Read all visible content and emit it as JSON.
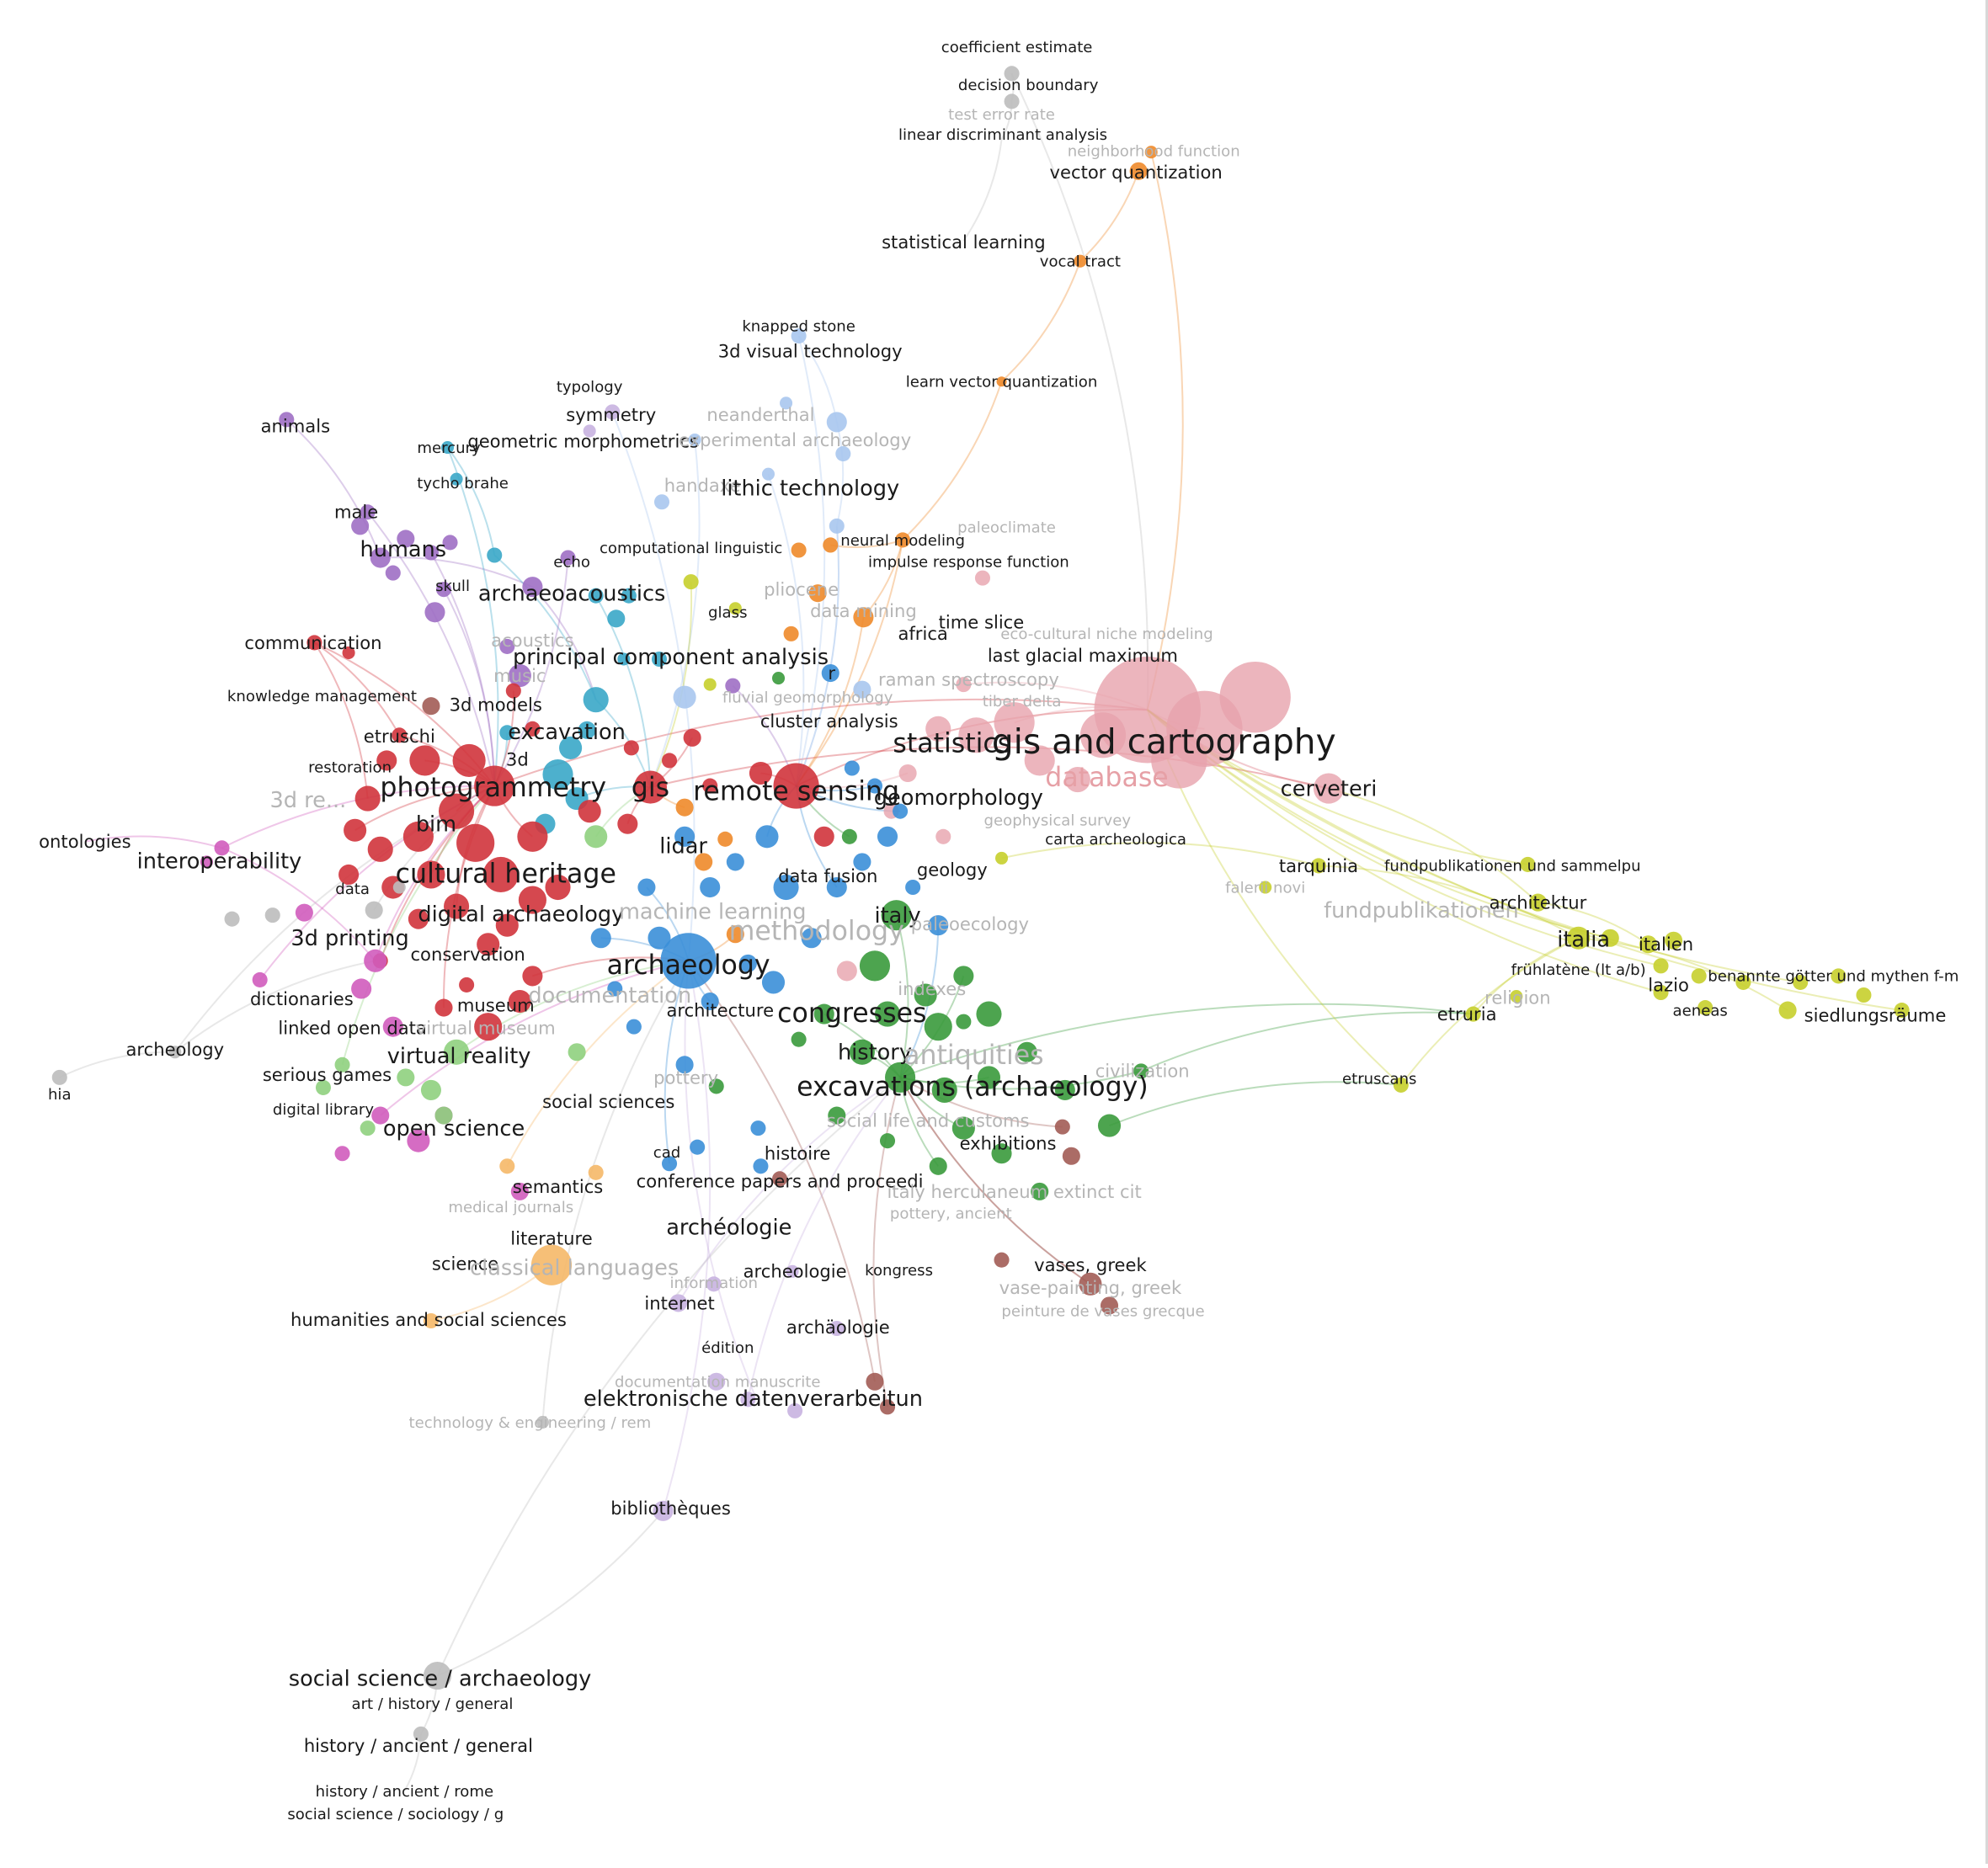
{
  "colors": {
    "red": "#d0343c",
    "pink_big": "#e7a3ac",
    "green": "#3a9a3c",
    "blue": "#3b8fd8",
    "light_blue": "#a9c6ee",
    "purple": "#9f6fc4",
    "light_purple": "#c8b3e0",
    "cyan": "#3aa7c8",
    "orange": "#ee8a2a",
    "light_orange": "#f5b868",
    "yellow": "#c7cf2c",
    "magenta": "#d05cbd",
    "brown": "#a25c55",
    "grey": "#bdbdbd",
    "light_green": "#8fd07e"
  },
  "network": {
    "labels": [
      {
        "id": "coefficient-estimate",
        "text": "coefficient estimate",
        "tier": "s"
      },
      {
        "id": "decision-boundary",
        "text": "decision boundary",
        "tier": "s"
      },
      {
        "id": "test-error-rate",
        "text": "test error rate",
        "tier": "sf"
      },
      {
        "id": "linear-discriminant-analysis",
        "text": "linear discriminant analysis",
        "tier": "s"
      },
      {
        "id": "neighborhood-function",
        "text": "neighborhood function",
        "tier": "sf"
      },
      {
        "id": "vector-quantization",
        "text": "vector quantization",
        "tier": "m"
      },
      {
        "id": "statistical-learning",
        "text": "statistical learning",
        "tier": "m"
      },
      {
        "id": "vocal-tract",
        "text": "vocal tract",
        "tier": "s"
      },
      {
        "id": "knapped-stone",
        "text": "knapped stone",
        "tier": "s"
      },
      {
        "id": "3d-visual-technology",
        "text": "3d visual technology",
        "tier": "m"
      },
      {
        "id": "learn-vector-quantization",
        "text": "learn vector quantization",
        "tier": "s"
      },
      {
        "id": "typology",
        "text": "typology",
        "tier": "s"
      },
      {
        "id": "symmetry",
        "text": "symmetry",
        "tier": "m"
      },
      {
        "id": "neanderthal",
        "text": "neanderthal",
        "tier": "mf"
      },
      {
        "id": "animals",
        "text": "animals",
        "tier": "m"
      },
      {
        "id": "mercury",
        "text": "mercury",
        "tier": "s"
      },
      {
        "id": "geometric-morphometrics",
        "text": "geometric morphometrics",
        "tier": "m"
      },
      {
        "id": "experimental-archaeology",
        "text": "experimental archaeology",
        "tier": "mf"
      },
      {
        "id": "tycho-brahe",
        "text": "tycho brahe",
        "tier": "s"
      },
      {
        "id": "handaxe",
        "text": "handaxe",
        "tier": "mf"
      },
      {
        "id": "lithic-technology",
        "text": "lithic technology",
        "tier": "l"
      },
      {
        "id": "male",
        "text": "male",
        "tier": "m"
      },
      {
        "id": "humans",
        "text": "humans",
        "tier": "l"
      },
      {
        "id": "paleoclimate",
        "text": "paleoclimate",
        "tier": "sf"
      },
      {
        "id": "computational-linguistic",
        "text": "computational linguistic",
        "tier": "s"
      },
      {
        "id": "neural-modeling",
        "text": "neural modeling",
        "tier": "s"
      },
      {
        "id": "impulse-response-function",
        "text": "impulse response function",
        "tier": "s"
      },
      {
        "id": "echo",
        "text": "echo",
        "tier": "s"
      },
      {
        "id": "skull",
        "text": "skull",
        "tier": "s"
      },
      {
        "id": "archaeoacoustics",
        "text": "archaeoacoustics",
        "tier": "l"
      },
      {
        "id": "pliocene",
        "text": "pliocene",
        "tier": "mf"
      },
      {
        "id": "glass",
        "text": "glass",
        "tier": "s"
      },
      {
        "id": "data-mining",
        "text": "data mining",
        "tier": "mf"
      },
      {
        "id": "time-slice",
        "text": "time slice",
        "tier": "m"
      },
      {
        "id": "africa",
        "text": "africa",
        "tier": "m"
      },
      {
        "id": "eco-cultural-niche-modeling",
        "text": "eco-cultural niche modeling",
        "tier": "sf"
      },
      {
        "id": "communication",
        "text": "communication",
        "tier": "m"
      },
      {
        "id": "acoustics",
        "text": "acoustics",
        "tier": "mf"
      },
      {
        "id": "principal-component-analysis",
        "text": "principal component analysis",
        "tier": "l"
      },
      {
        "id": "last-glacial-maximum",
        "text": "last glacial maximum",
        "tier": "m"
      },
      {
        "id": "music",
        "text": "music",
        "tier": "mf"
      },
      {
        "id": "r",
        "text": "r",
        "tier": "m"
      },
      {
        "id": "raman-spectroscopy",
        "text": "raman spectroscopy",
        "tier": "mf"
      },
      {
        "id": "knowledge-management",
        "text": "knowledge management",
        "tier": "s"
      },
      {
        "id": "3d-models",
        "text": "3d models",
        "tier": "m"
      },
      {
        "id": "fluvial-geomorphology",
        "text": "fluvial geomorphology",
        "tier": "sf"
      },
      {
        "id": "tiber-delta",
        "text": "tiber delta",
        "tier": "sf"
      },
      {
        "id": "etruschi",
        "text": "etruschi",
        "tier": "m"
      },
      {
        "id": "excavation",
        "text": "excavation",
        "tier": "l"
      },
      {
        "id": "cluster-analysis",
        "text": "cluster analysis",
        "tier": "m"
      },
      {
        "id": "statistics",
        "text": "statistics",
        "tier": "xl"
      },
      {
        "id": "gis-and-cartography",
        "text": "gis and cartography",
        "tier": "xxl"
      },
      {
        "id": "restoration",
        "text": "restoration",
        "tier": "s"
      },
      {
        "id": "3d",
        "text": "3d",
        "tier": "m"
      },
      {
        "id": "database",
        "text": "database",
        "tier": "xlf"
      },
      {
        "id": "photogrammetry",
        "text": "photogrammetry",
        "tier": "xl"
      },
      {
        "id": "gis",
        "text": "gis",
        "tier": "xl"
      },
      {
        "id": "remote-sensing",
        "text": "remote sensing",
        "tier": "xl"
      },
      {
        "id": "geomorphology",
        "text": "geomorphology",
        "tier": "l"
      },
      {
        "id": "cerveteri",
        "text": "cerveteri",
        "tier": "l"
      },
      {
        "id": "3d-reconstruction",
        "text": "3d re...",
        "tier": "lf"
      },
      {
        "id": "bim",
        "text": "bim",
        "tier": "l"
      },
      {
        "id": "geophysical-survey",
        "text": "geophysical survey",
        "tier": "sf"
      },
      {
        "id": "carta-archeologica",
        "text": "carta archeologica",
        "tier": "s"
      },
      {
        "id": "ontologies",
        "text": "ontologies",
        "tier": "m"
      },
      {
        "id": "interoperability",
        "text": "interoperability",
        "tier": "l"
      },
      {
        "id": "lidar",
        "text": "lidar",
        "tier": "l"
      },
      {
        "id": "cultural-heritage",
        "text": "cultural heritage",
        "tier": "xl"
      },
      {
        "id": "tarquinia",
        "text": "tarquinia",
        "tier": "m"
      },
      {
        "id": "fundpublikationen-und-sammelpu",
        "text": "fundpublikationen und sammelpu",
        "tier": "s"
      },
      {
        "id": "data-fusion",
        "text": "data fusion",
        "tier": "m"
      },
      {
        "id": "geology",
        "text": "geology",
        "tier": "m"
      },
      {
        "id": "data",
        "text": "data",
        "tier": "s"
      },
      {
        "id": "falerii-novi",
        "text": "falerii novi",
        "tier": "sf"
      },
      {
        "id": "fundpublikationen",
        "text": "fundpublikationen",
        "tier": "lf"
      },
      {
        "id": "architektur",
        "text": "architektur",
        "tier": "m"
      },
      {
        "id": "digital-archaeology",
        "text": "digital archaeology",
        "tier": "l"
      },
      {
        "id": "machine-learning",
        "text": "machine learning",
        "tier": "lf"
      },
      {
        "id": "italy",
        "text": "italy",
        "tier": "l"
      },
      {
        "id": "methodology",
        "text": "methodology",
        "tier": "xlf"
      },
      {
        "id": "paleoecology",
        "text": "paleoecology",
        "tier": "mf"
      },
      {
        "id": "italia",
        "text": "italia",
        "tier": "l"
      },
      {
        "id": "italien",
        "text": "italien",
        "tier": "m"
      },
      {
        "id": "3d-printing",
        "text": "3d printing",
        "tier": "l"
      },
      {
        "id": "conservation",
        "text": "conservation",
        "tier": "m"
      },
      {
        "id": "archaeology",
        "text": "archaeology",
        "tier": "xl"
      },
      {
        "id": "fruhlatene",
        "text": "frühlatène (lt a/b)",
        "tier": "s"
      },
      {
        "id": "benannte-gotter",
        "text": "benannte götter und mythen f-m",
        "tier": "s"
      },
      {
        "id": "indexes",
        "text": "indexes",
        "tier": "mf"
      },
      {
        "id": "lazio",
        "text": "lazio",
        "tier": "m"
      },
      {
        "id": "dictionaries",
        "text": "dictionaries",
        "tier": "m"
      },
      {
        "id": "documentation",
        "text": "documentation",
        "tier": "lf"
      },
      {
        "id": "religion",
        "text": "religion",
        "tier": "mf"
      },
      {
        "id": "museum",
        "text": "museum",
        "tier": "m"
      },
      {
        "id": "architecture",
        "text": "architecture",
        "tier": "m"
      },
      {
        "id": "congresses",
        "text": "congresses",
        "tier": "xl"
      },
      {
        "id": "etruria",
        "text": "etruria",
        "tier": "m"
      },
      {
        "id": "aeneas",
        "text": "aeneas",
        "tier": "s"
      },
      {
        "id": "siedlungsraume",
        "text": "siedlungsräume",
        "tier": "m"
      },
      {
        "id": "linked-open-data",
        "text": "linked open data",
        "tier": "m"
      },
      {
        "id": "virtual-museum",
        "text": "virtual museum",
        "tier": "mf"
      },
      {
        "id": "archeology",
        "text": "archeology",
        "tier": "m"
      },
      {
        "id": "history",
        "text": "history",
        "tier": "l"
      },
      {
        "id": "antiquities",
        "text": "antiquities",
        "tier": "xlf"
      },
      {
        "id": "virtual-reality",
        "text": "virtual reality",
        "tier": "l"
      },
      {
        "id": "civilization",
        "text": "civilization",
        "tier": "mf"
      },
      {
        "id": "serious-games",
        "text": "serious games",
        "tier": "m"
      },
      {
        "id": "pottery",
        "text": "pottery",
        "tier": "mf"
      },
      {
        "id": "excavations-archaeology",
        "text": "excavations (archaeology)",
        "tier": "xl"
      },
      {
        "id": "etruscans",
        "text": "etruscans",
        "tier": "s"
      },
      {
        "id": "hia",
        "text": "hia",
        "tier": "s"
      },
      {
        "id": "social-sciences",
        "text": "social sciences",
        "tier": "m"
      },
      {
        "id": "digital-library",
        "text": "digital library",
        "tier": "s"
      },
      {
        "id": "social-life-and-customs",
        "text": "social life and customs",
        "tier": "mf"
      },
      {
        "id": "open-science",
        "text": "open science",
        "tier": "l"
      },
      {
        "id": "exhibitions",
        "text": "exhibitions",
        "tier": "m"
      },
      {
        "id": "cad",
        "text": "cad",
        "tier": "s"
      },
      {
        "id": "histoire",
        "text": "histoire",
        "tier": "m"
      },
      {
        "id": "semantics",
        "text": "semantics",
        "tier": "m"
      },
      {
        "id": "conference-papers",
        "text": "conference papers and proceedi",
        "tier": "m"
      },
      {
        "id": "italy-herculaneum",
        "text": "italy herculaneum extinct cit",
        "tier": "mf"
      },
      {
        "id": "medical-journals",
        "text": "medical journals",
        "tier": "sf"
      },
      {
        "id": "pottery-ancient",
        "text": "pottery, ancient",
        "tier": "sf"
      },
      {
        "id": "literature",
        "text": "literature",
        "tier": "m"
      },
      {
        "id": "archeologie-accent",
        "text": "archéologie",
        "tier": "l"
      },
      {
        "id": "science",
        "text": "science",
        "tier": "m"
      },
      {
        "id": "classical-languages",
        "text": "classical languages",
        "tier": "lf"
      },
      {
        "id": "archeologie",
        "text": "archeologie",
        "tier": "m"
      },
      {
        "id": "kongress",
        "text": "kongress",
        "tier": "s"
      },
      {
        "id": "vases-greek",
        "text": "vases, greek",
        "tier": "m"
      },
      {
        "id": "information",
        "text": "information",
        "tier": "sf"
      },
      {
        "id": "vase-painting-greek",
        "text": "vase-painting, greek",
        "tier": "mf"
      },
      {
        "id": "internet",
        "text": "internet",
        "tier": "m"
      },
      {
        "id": "peinture-de-vases-grecque",
        "text": "peinture de vases grecque",
        "tier": "sf"
      },
      {
        "id": "humanities-and-social-sciences",
        "text": "humanities and social sciences",
        "tier": "m"
      },
      {
        "id": "archaologie",
        "text": "archäologie",
        "tier": "m"
      },
      {
        "id": "edition",
        "text": "édition",
        "tier": "s"
      },
      {
        "id": "documentation-manuscrite",
        "text": "documentation manuscrite",
        "tier": "sf"
      },
      {
        "id": "elektronische-datenverarbeitun",
        "text": "elektronische datenverarbeitun",
        "tier": "l"
      },
      {
        "id": "technology-engineering-rem",
        "text": "technology & engineering / rem",
        "tier": "sf"
      },
      {
        "id": "bibliotheques",
        "text": "bibliothèques",
        "tier": "m"
      },
      {
        "id": "social-science-archaeology",
        "text": "social science / archaeology",
        "tier": "l"
      },
      {
        "id": "art-history-general",
        "text": "art / history / general",
        "tier": "s"
      },
      {
        "id": "history-ancient-general",
        "text": "history / ancient / general",
        "tier": "m"
      },
      {
        "id": "history-ancient-rome",
        "text": "history / ancient / rome",
        "tier": "s"
      },
      {
        "id": "social-science-sociology-g",
        "text": "social science / sociology / g",
        "tier": "s"
      }
    ]
  }
}
